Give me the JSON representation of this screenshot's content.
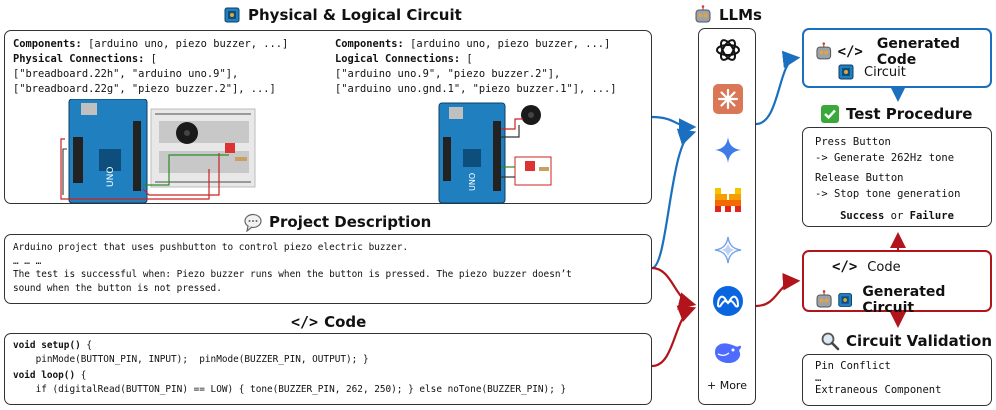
{
  "physical_logical": {
    "title": "Physical & Logical Circuit",
    "left": {
      "line1_key": "Components:",
      "line1_val": " [arduino uno, piezo buzzer, ...]",
      "line2_key": "Physical Connections:",
      "line2_val": " [",
      "line3": "[\"breadboard.22h\", \"arduino uno.9\"],",
      "line4": "[\"breadboard.22g\", \"piezo buzzer.2\"], ...]"
    },
    "right": {
      "line1_key": "Components:",
      "line1_val": " [arduino uno, piezo buzzer, ...]",
      "line2_key": "Logical Connections:",
      "line2_val": " [",
      "line3": "[\"arduino uno.9\", \"piezo buzzer.2\"],",
      "line4": "[\"arduino uno.gnd.1\", \"piezo buzzer.1\"], ...]"
    },
    "board_text": "UNO"
  },
  "project": {
    "title": "Project Description",
    "line1": "Arduino project that uses pushbutton to control piezo electric buzzer.",
    "line2": "… … …",
    "line3": "The test is successful when: Piezo buzzer runs when the button is pressed. The piezo buzzer doesn’t",
    "line4": "sound when the button is not pressed."
  },
  "code": {
    "title": "Code",
    "icon_text": "</>",
    "l1_kw": "void setup()",
    "l1_rest": " {",
    "l2": "    pinMode(BUTTON_PIN, INPUT);  pinMode(BUZZER_PIN, OUTPUT); }",
    "l3_kw": "void loop()",
    "l3_rest": " {",
    "l4": "    if (digitalRead(BUTTON_PIN) == LOW) { tone(BUZZER_PIN, 262, 250); } else noTone(BUZZER_PIN); }"
  },
  "llms": {
    "title": "LLMs",
    "more": "+ More",
    "logos": [
      "openai-icon",
      "claude-icon",
      "gemini-icon",
      "mistral-icon",
      "gemma-icon",
      "meta-icon",
      "deepseek-icon"
    ]
  },
  "generated_code_box": {
    "title": "Generated Code",
    "subtitle": "Circuit",
    "icon_text": "</>"
  },
  "test_procedure": {
    "title": "Test Procedure",
    "l1": "Press Button",
    "l2": "-> Generate 262Hz tone",
    "l3": "Release Button",
    "l4": "-> Stop tone generation",
    "success": "Success",
    "or": " or ",
    "failure": "Failure"
  },
  "generated_circuit_box": {
    "code_label": "Code",
    "icon_text": "</>",
    "title": "Generated Circuit"
  },
  "circuit_validation": {
    "title": "Circuit Validation",
    "l1": "Pin Conflict",
    "l2": "…",
    "l3": "Extraneous Component"
  },
  "colors": {
    "blue": "#1b6fc0",
    "red": "#b1151b",
    "board": "#1f7fbf"
  }
}
